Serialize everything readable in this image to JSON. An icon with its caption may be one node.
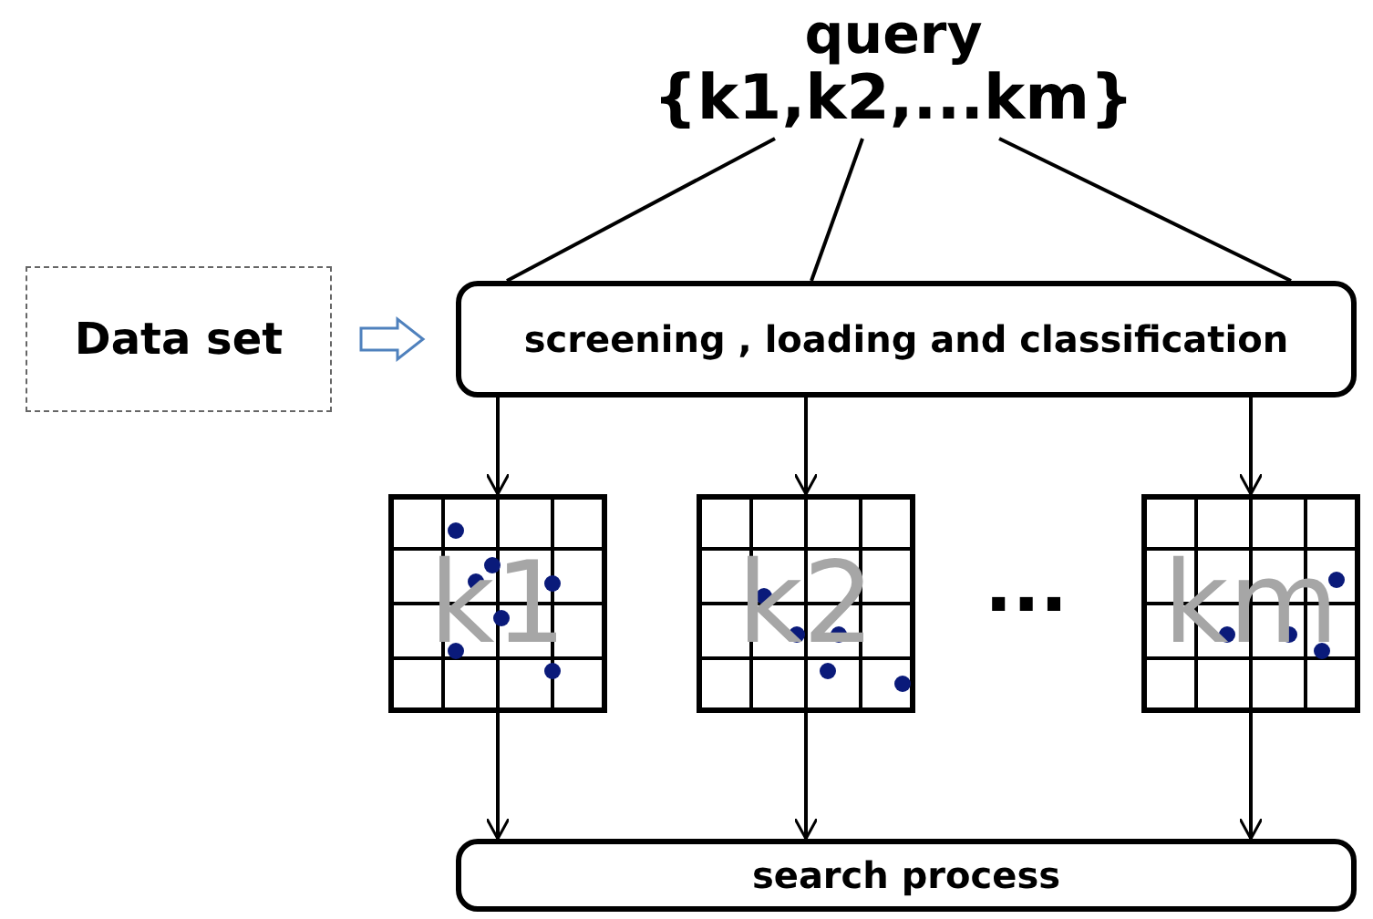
{
  "diagram": {
    "nodes": [
      {
        "text": [
          "query",
          "{k1,k2,...km}"
        ]
      },
      {
        "text": [
          "Data set"
        ]
      },
      {
        "text": [
          "screening , loading and classification"
        ]
      },
      {
        "text": [
          "k1"
        ]
      },
      {
        "text": [
          "k2"
        ]
      },
      {
        "text": [
          "km"
        ]
      },
      {
        "text": [
          "search process"
        ]
      }
    ],
    "edges": [
      {
        "from": 0,
        "to": 2,
        "arrow": "none"
      },
      {
        "from": 0,
        "to": 2,
        "arrow": "none"
      },
      {
        "from": 0,
        "to": 2,
        "arrow": "none"
      },
      {
        "from": 1,
        "to": 2,
        "arrow": "to",
        "style": "thick",
        "color": "#4f81bd"
      },
      {
        "from": 2,
        "to": 3,
        "arrow": "to"
      },
      {
        "from": 2,
        "to": 4,
        "arrow": "to"
      },
      {
        "from": 2,
        "to": 5,
        "arrow": "to"
      },
      {
        "from": 3,
        "to": 6,
        "arrow": "to"
      },
      {
        "from": 4,
        "to": 6,
        "arrow": "to"
      },
      {
        "from": 5,
        "to": 6,
        "arrow": "to"
      }
    ],
    "labels": [
      "..."
    ]
  }
}
